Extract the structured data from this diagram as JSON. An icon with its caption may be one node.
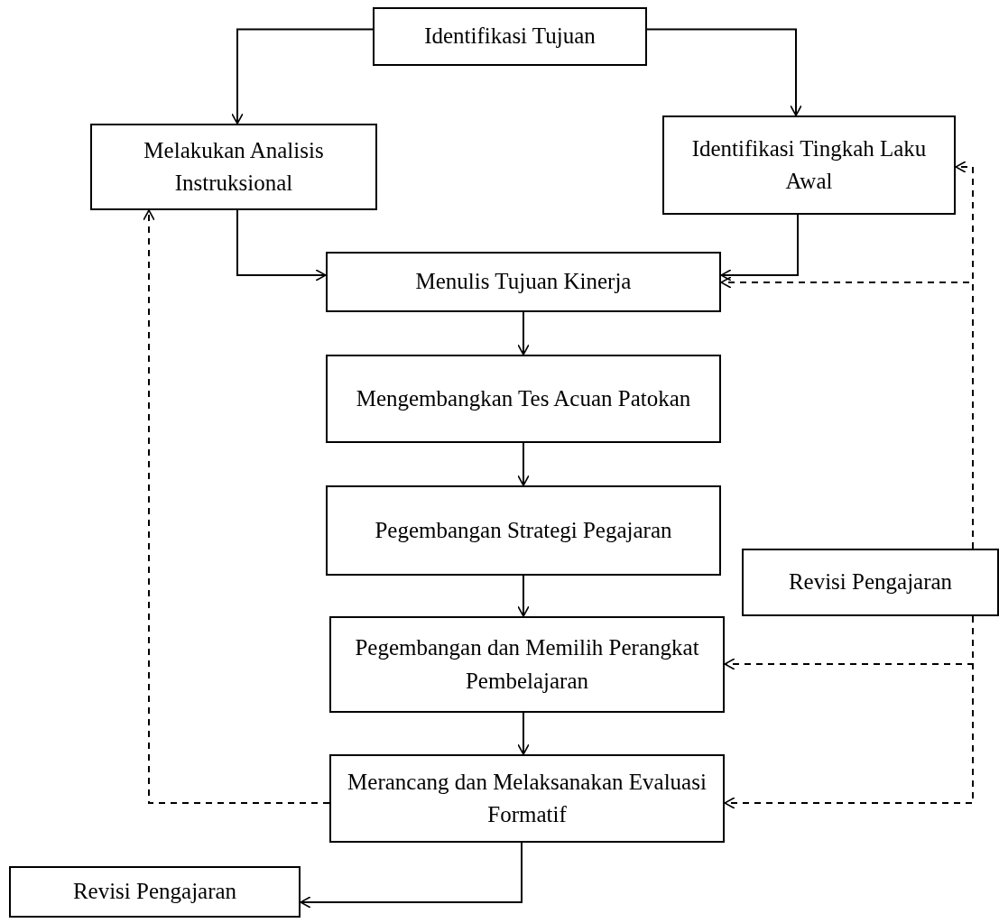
{
  "diagram": {
    "nodes": [
      {
        "text": [
          "Identifikasi Tujuan"
        ]
      },
      {
        "text": [
          "Melakukan Analisis Instruksional"
        ]
      },
      {
        "text": [
          "Identifikasi Tingkah Laku Awal"
        ]
      },
      {
        "text": [
          "Menulis Tujuan Kinerja"
        ]
      },
      {
        "text": [
          "Mengembangkan Tes Acuan Patokan"
        ]
      },
      {
        "text": [
          "Pegembangan Strategi Pegajaran"
        ]
      },
      {
        "text": [
          "Revisi Pengajaran"
        ]
      },
      {
        "text": [
          "Pegembangan dan Memilih Perangkat Pembelajaran"
        ]
      },
      {
        "text": [
          "Merancang dan Melaksanakan Evaluasi Formatif"
        ]
      },
      {
        "text": [
          "Revisi Pengajaran"
        ]
      }
    ],
    "edges": [
      {
        "from": 0,
        "to": 1,
        "arrow": "to"
      },
      {
        "from": 0,
        "to": 2,
        "arrow": "to"
      },
      {
        "from": 1,
        "to": 3,
        "arrow": "to"
      },
      {
        "from": 2,
        "to": 3,
        "arrow": "to"
      },
      {
        "from": 3,
        "to": 4,
        "arrow": "to"
      },
      {
        "from": 4,
        "to": 5,
        "arrow": "to"
      },
      {
        "from": 5,
        "to": 7,
        "arrow": "to"
      },
      {
        "from": 7,
        "to": 8,
        "arrow": "to"
      },
      {
        "from": 8,
        "to": 1,
        "arrow": "to",
        "style": "dashed"
      },
      {
        "from": 8,
        "to": 9,
        "arrow": "to"
      },
      {
        "from": 6,
        "to": 2,
        "arrow": "to",
        "style": "dashed"
      },
      {
        "from": 6,
        "to": 3,
        "arrow": "to",
        "style": "dashed"
      },
      {
        "from": 6,
        "to": 7,
        "arrow": "to",
        "style": "dashed"
      },
      {
        "from": 6,
        "to": 8,
        "arrow": "to",
        "style": "dashed"
      }
    ]
  }
}
